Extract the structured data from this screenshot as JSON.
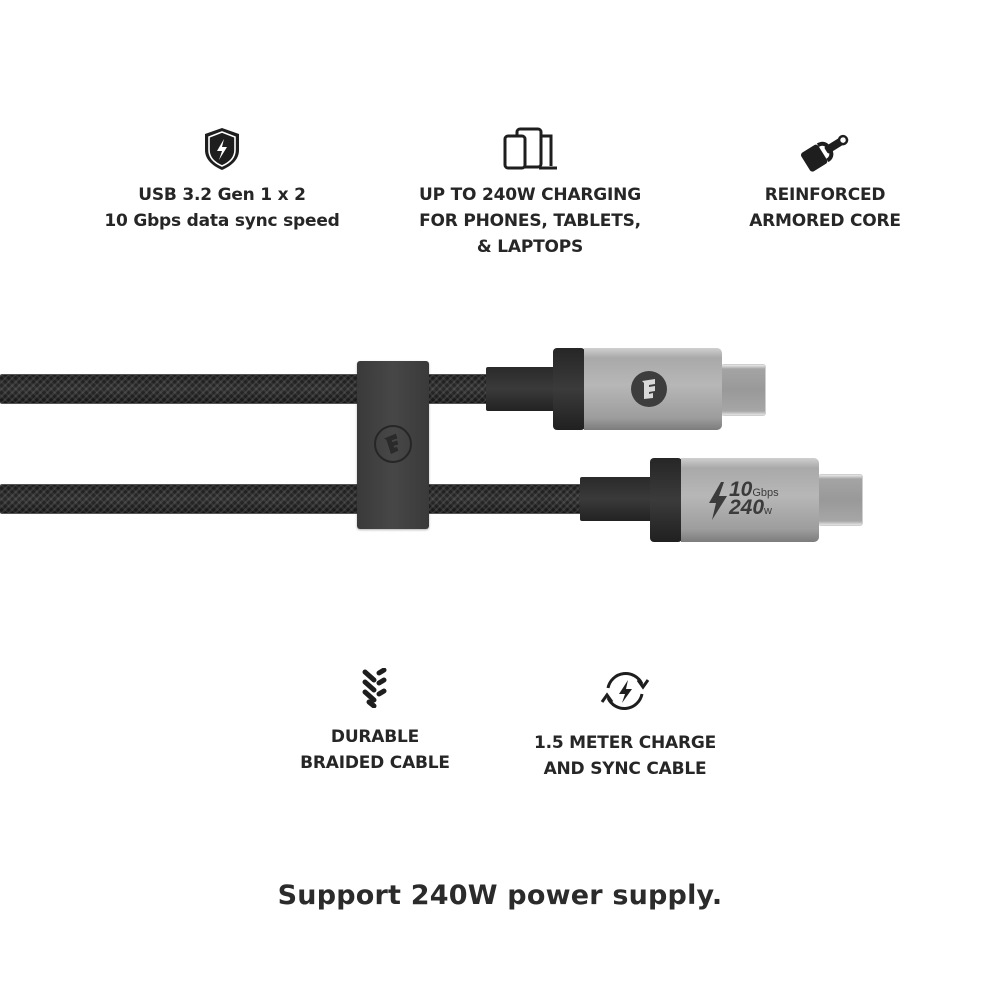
{
  "features_top": [
    {
      "icon": "shield-bolt-icon",
      "lines": [
        "USB 3.2 Gen 1 x 2",
        "10 Gbps data sync speed"
      ]
    },
    {
      "icon": "devices-icon",
      "lines": [
        "UP TO 240W CHARGING",
        "FOR PHONES, TABLETS,",
        "& LAPTOPS"
      ]
    },
    {
      "icon": "cable-core-icon",
      "lines": [
        "REINFORCED",
        "ARMORED CORE"
      ]
    }
  ],
  "features_bottom": [
    {
      "icon": "braid-icon",
      "lines": [
        "DURABLE",
        "BRAIDED CABLE"
      ]
    },
    {
      "icon": "sync-charge-icon",
      "lines": [
        "1.5 METER CHARGE",
        "AND SYNC CABLE"
      ]
    }
  ],
  "product": {
    "connector_label": {
      "speed": "10",
      "speed_unit": "Gbps",
      "power": "240",
      "power_unit": "w"
    },
    "colors": {
      "cable": "#1f1f1f",
      "housing": "#b0b0b0",
      "strap": "#3f3f3f",
      "badge": "#3d3d3d"
    }
  },
  "tagline": "Support 240W power supply."
}
